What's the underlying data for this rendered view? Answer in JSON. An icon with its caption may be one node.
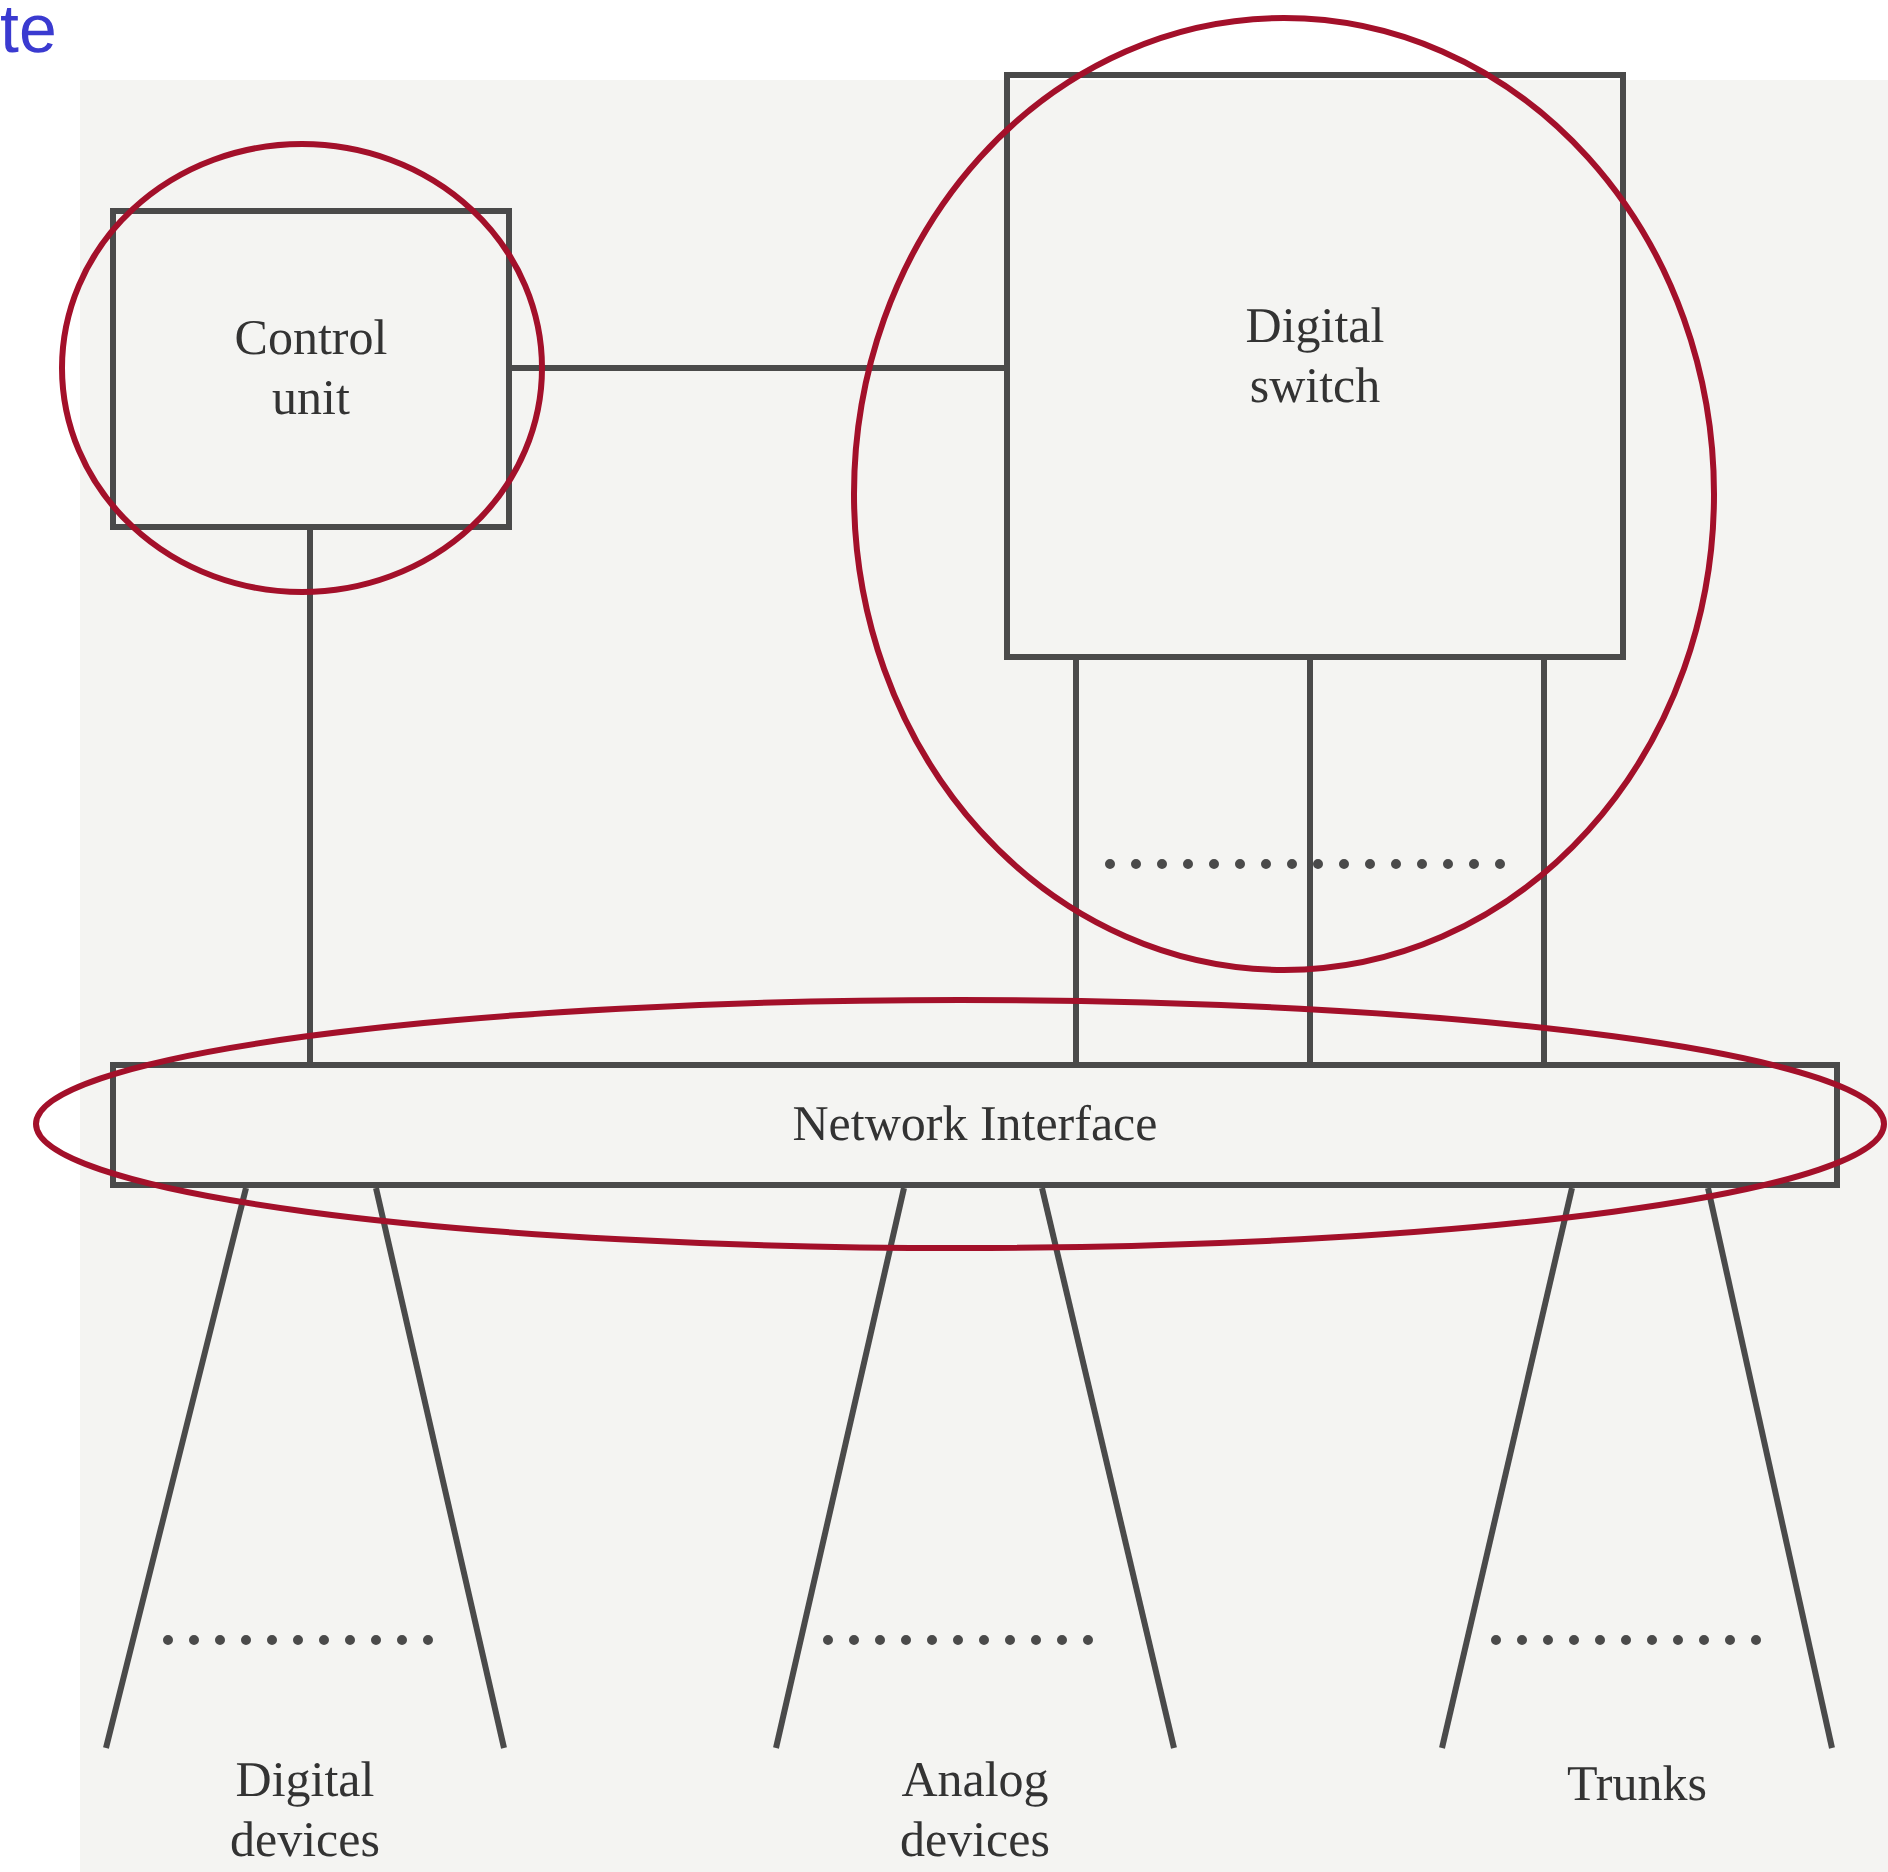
{
  "diagram": {
    "nodes": [
      {
        "text": [
          "Control unit"
        ]
      },
      {
        "text": [
          "Digital switch"
        ]
      },
      {
        "text": [
          "Network Interface"
        ]
      },
      {
        "text": [
          "Digital devices"
        ]
      },
      {
        "text": [
          "Analog devices"
        ]
      },
      {
        "text": [
          "Trunks"
        ]
      }
    ],
    "edges": [
      {
        "from": 0,
        "to": 1,
        "arrow": "none"
      },
      {
        "from": 0,
        "to": 2,
        "arrow": "none"
      },
      {
        "from": 1,
        "to": 2,
        "arrow": "none"
      },
      {
        "from": 1,
        "to": 2,
        "arrow": "none"
      },
      {
        "from": 1,
        "to": 2,
        "arrow": "none"
      },
      {
        "from": 2,
        "to": 3,
        "arrow": "none"
      },
      {
        "from": 2,
        "to": 3,
        "arrow": "none"
      },
      {
        "from": 2,
        "to": 4,
        "arrow": "none"
      },
      {
        "from": 2,
        "to": 4,
        "arrow": "none"
      },
      {
        "from": 2,
        "to": 5,
        "arrow": "none"
      },
      {
        "from": 2,
        "to": 5,
        "arrow": "none"
      }
    ],
    "labels": [
      "te"
    ]
  }
}
